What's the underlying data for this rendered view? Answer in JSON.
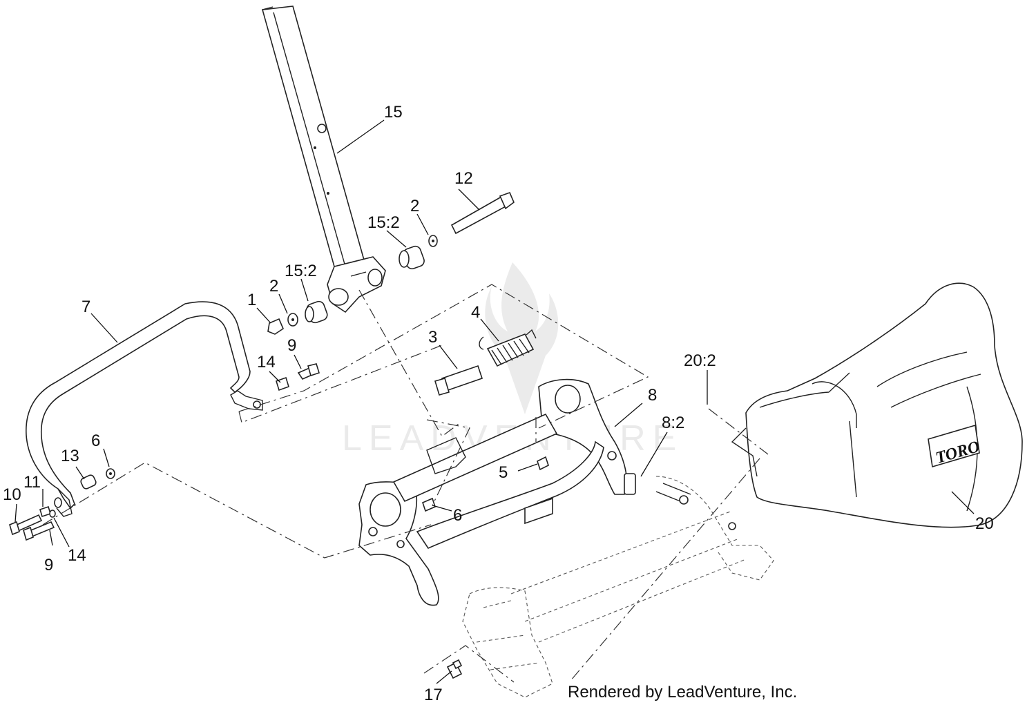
{
  "callouts": {
    "c1": "1",
    "c2a": "2",
    "c2b": "2",
    "c3": "3",
    "c4": "4",
    "c5": "5",
    "c6a": "6",
    "c6b": "6",
    "c7": "7",
    "c8": "8",
    "c8_2": "8:2",
    "c9a": "9",
    "c9b": "9",
    "c10": "10",
    "c11": "11",
    "c12": "12",
    "c13": "13",
    "c14a": "14",
    "c14b": "14",
    "c15": "15",
    "c15_2a": "15:2",
    "c15_2b": "15:2",
    "c17": "17",
    "c20": "20",
    "c20_2": "20:2"
  },
  "watermark": "LEADVENTURE",
  "brand_plate": "TORO",
  "credit": "Rendered by LeadVenture, Inc."
}
